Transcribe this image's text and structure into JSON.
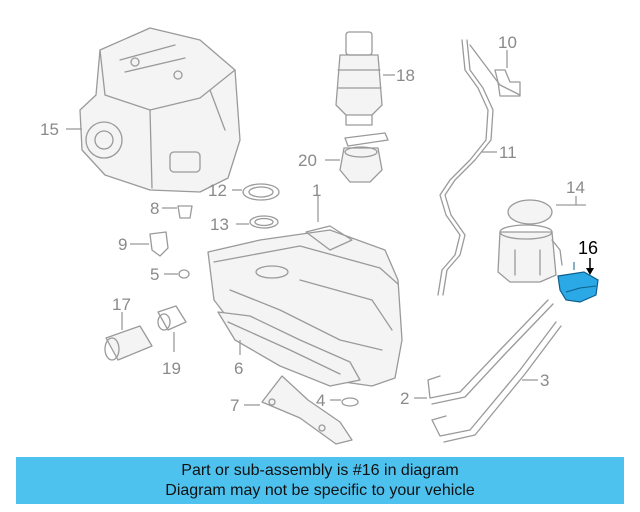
{
  "callouts": {
    "c1": "1",
    "c2": "2",
    "c3": "3",
    "c4": "4",
    "c5": "5",
    "c6": "6",
    "c7": "7",
    "c8": "8",
    "c9": "9",
    "c10": "10",
    "c11": "11",
    "c12": "12",
    "c13": "13",
    "c14": "14",
    "c15": "15",
    "c16": "16",
    "c17": "17",
    "c18": "18",
    "c19": "19",
    "c20": "20"
  },
  "highlight": {
    "part_number": "16",
    "color": "#2aa9e6"
  },
  "caption": {
    "line1": "Part or sub-assembly is #16 in diagram",
    "line2": "Diagram may not be specific to your vehicle",
    "background": "#4ec2ef"
  }
}
